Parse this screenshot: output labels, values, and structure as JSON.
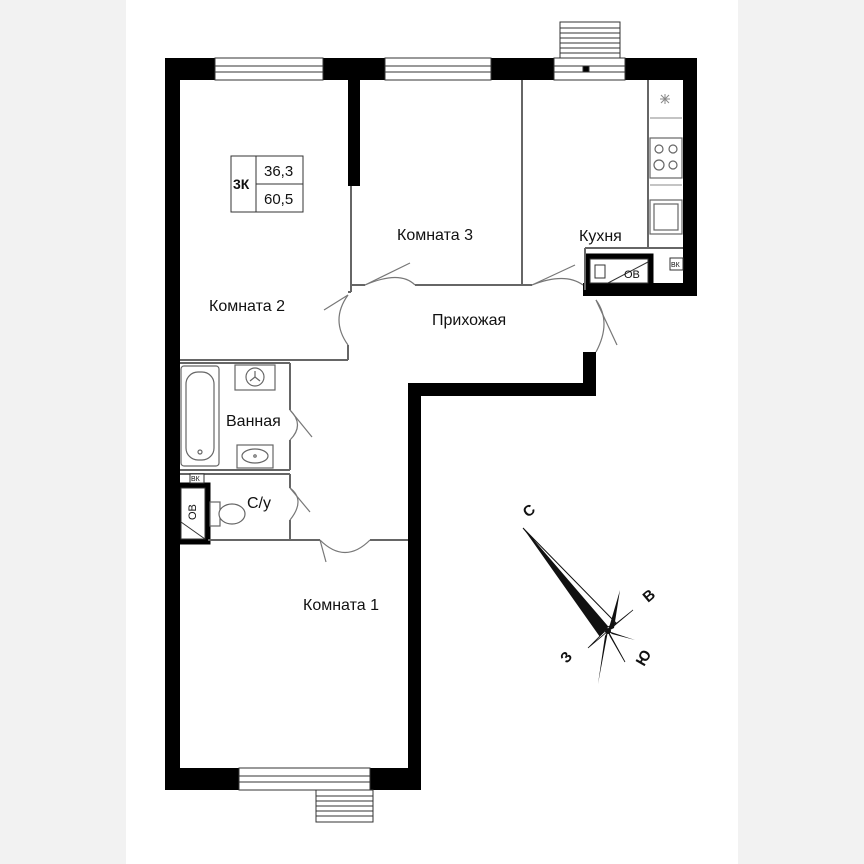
{
  "apartment": {
    "type_label": "3К",
    "living_area": "36,3",
    "total_area": "60,5"
  },
  "rooms": {
    "room1": "Комната 1",
    "room2": "Комната 2",
    "room3": "Комната 3",
    "kitchen": "Кухня",
    "hallway": "Прихожая",
    "bathroom": "Ванная",
    "wc": "С/у"
  },
  "fixtures": {
    "ov": "ОВ",
    "vk": "ВК"
  },
  "compass": {
    "north": "С",
    "east": "В",
    "south": "Ю",
    "west": "З"
  },
  "colors": {
    "wall": "#000000",
    "line": "#555555",
    "background": "#f2f2f2"
  }
}
